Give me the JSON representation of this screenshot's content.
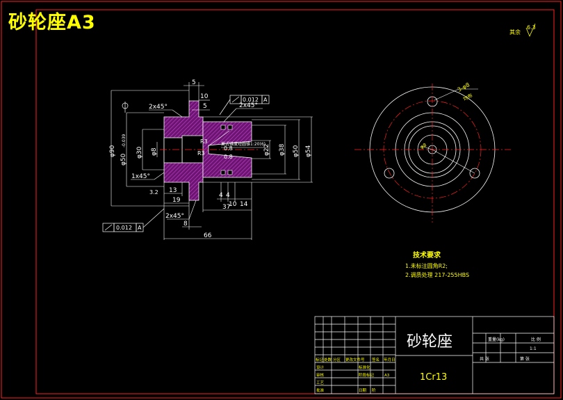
{
  "page_title": "砂轮座A3",
  "roughness": {
    "label": "其余",
    "value": "6.3"
  },
  "dimensions": {
    "top_5": "5",
    "top_10": "10",
    "top_5b": "5",
    "chamfer_left": "2x45°",
    "chamfer_right": "2x45°",
    "chamfer_bottom": "2x45°",
    "chamfer_1x45": "1x45°",
    "r3_top": "R3",
    "r3_bottom": "R3",
    "d90": "φ90",
    "d50": "φ50",
    "d50_tol": "-0.039",
    "d30": "φ30",
    "d8": "φ8",
    "d22": "φ22",
    "d38": "φ38",
    "d50b": "φ50",
    "d54": "φ54",
    "rough_08a": "0.8",
    "rough_08b": "0.8",
    "rough_32": "3.2",
    "len_13": "13",
    "len_19": "19",
    "len_8": "8",
    "len_4a": "4",
    "len_4b": "4",
    "len_10": "10",
    "len_14": "14",
    "len_37": "37",
    "len_66": "66",
    "note_taper": "莫式锥度短圆锥1:20(6)",
    "holes": "3-φ8",
    "holes_sub": "均布",
    "center_d": "φ8"
  },
  "tolerances": {
    "top": {
      "value": "0.012",
      "datum": "A"
    },
    "bottom": {
      "value": "0.012",
      "datum": "A"
    }
  },
  "tech_req": {
    "title": "技术要求",
    "items": [
      "1.未标注圆角R2;",
      "2.调质处理 217-255HBS"
    ]
  },
  "title_block": {
    "part_name": "砂轮座",
    "material": "1Cr13",
    "ratio_label": "比 例",
    "ratio_value": "1:1",
    "weight_label": "重量(kg)",
    "count_label": "共 张",
    "sheet_label": "第 张",
    "cell_left_1": "标记",
    "cell_left_2": "处数",
    "cell_left_3": "分区",
    "cell_left_4": "更改文件号",
    "cell_left_5": "签名",
    "cell_left_6": "年月日",
    "design": "设计",
    "check": "审核",
    "craft": "工艺",
    "approve": "批准",
    "std": "标准化",
    "stage": "阶段标记",
    "size": "A3",
    "date": "日期",
    "tag": "阶"
  }
}
